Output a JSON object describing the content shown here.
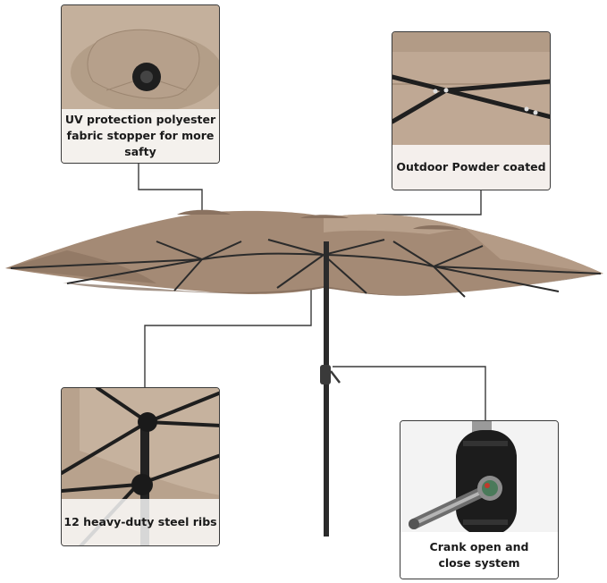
{
  "callouts": {
    "fabric": {
      "caption": "UV protection polyester\nfabric stopper for more\nsafty"
    },
    "frame": {
      "caption": "Outdoor Powder coated"
    },
    "ribs": {
      "caption": "12 heavy-duty steel ribs"
    },
    "crank": {
      "caption": "Crank open and\nclose system"
    }
  },
  "colors": {
    "canopy": "#a48a75",
    "canopy_shadow": "#8d7562",
    "frame": "#2b2b2b",
    "leader_line": "#3a3a3a"
  }
}
